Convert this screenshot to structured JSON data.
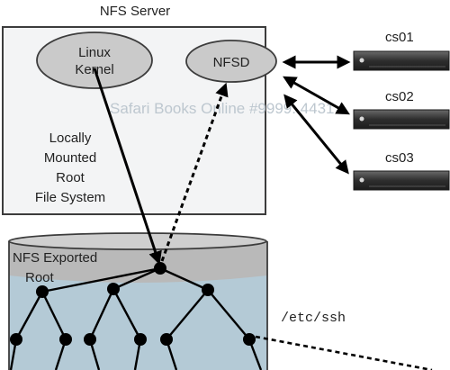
{
  "server": {
    "title": "NFS Server"
  },
  "kernel": {
    "label_line1": "Linux",
    "label_line2": "Kernel"
  },
  "nfsd": {
    "label": "NFSD"
  },
  "root_fs": {
    "line1": "Locally",
    "line2": "Mounted",
    "line3": "Root",
    "line4": "File System"
  },
  "exported_root": {
    "line1": "NFS Exported",
    "line2": "Root"
  },
  "path_label": "/etc/ssh",
  "clients": [
    {
      "name": "cs01"
    },
    {
      "name": "cs02"
    },
    {
      "name": "cs03"
    }
  ],
  "watermark": "Safari Books Online #9999..4431",
  "colors": {
    "server_box_fill": "#f3f4f5",
    "server_box_stroke": "#3c3c3c",
    "ellipse_fill": "#cacaca",
    "cylinder_gray": "#b9b9b9",
    "cylinder_blue": "#b4cad6",
    "node_fill": "#000000",
    "server_unit": "#3a3a3a"
  }
}
